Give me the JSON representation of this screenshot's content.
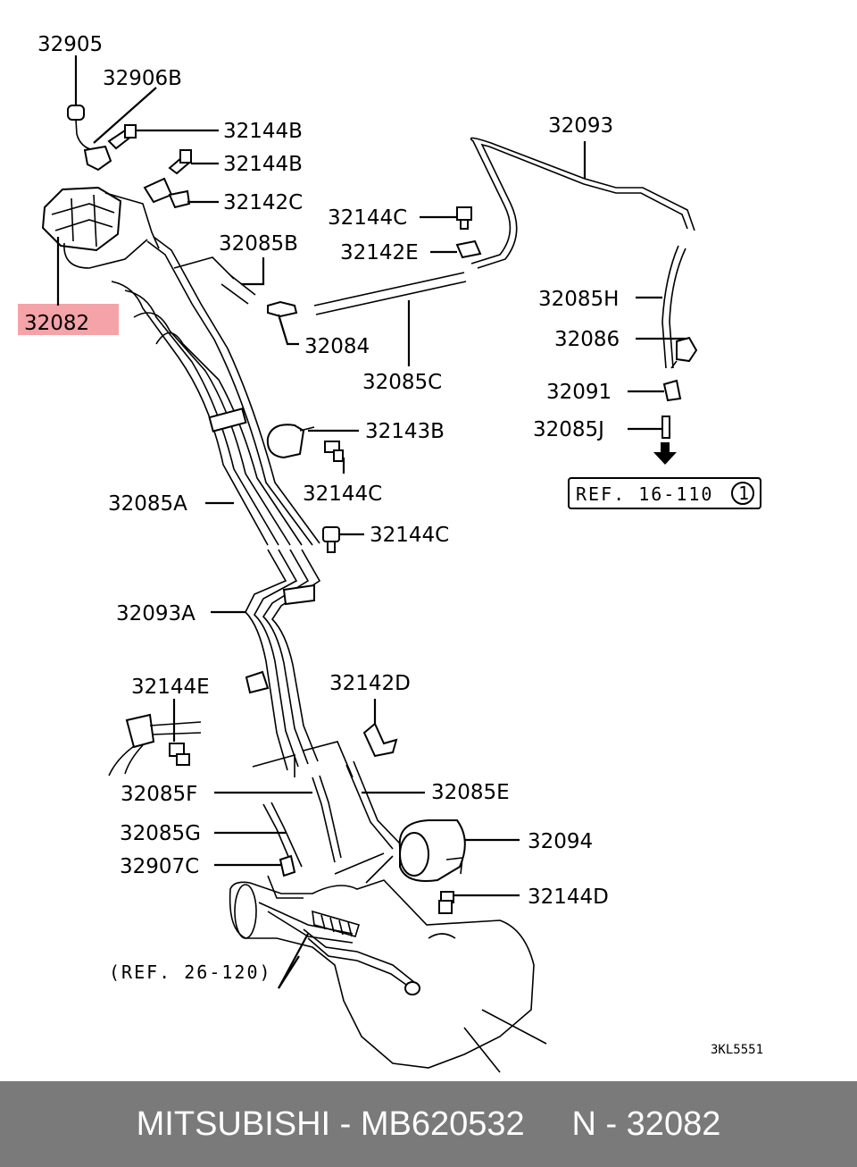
{
  "labels": {
    "p32905": "32905",
    "p32906B": "32906B",
    "p32144B_1": "32144B",
    "p32144B_2": "32144B",
    "p32142C": "32142C",
    "p32093": "32093",
    "p32144C_1": "32144C",
    "p32142E": "32142E",
    "p32085B": "32085B",
    "p32082": "32082",
    "p32084": "32084",
    "p32085H": "32085H",
    "p32086": "32086",
    "p32085C": "32085C",
    "p32091": "32091",
    "p32143B": "32143B",
    "p32085J": "32085J",
    "p32144C_2": "32144C",
    "p32085A": "32085A",
    "p32144C_3": "32144C",
    "p32093A": "32093A",
    "p32142D": "32142D",
    "p32144E": "32144E",
    "p32085F": "32085F",
    "p32085E": "32085E",
    "p32085G": "32085G",
    "p32094": "32094",
    "p32907C": "32907C",
    "p32144D": "32144D"
  },
  "refs": {
    "ref_16_110": "REF. 16-110",
    "ref_16_110_circle": "1",
    "ref_26_120": "(REF. 26-120)"
  },
  "diagram_code": "3KL5551",
  "highlight_color": "#f4a3a8",
  "footer": {
    "text": "MITSUBISHI - MB620532     N - 32082"
  }
}
